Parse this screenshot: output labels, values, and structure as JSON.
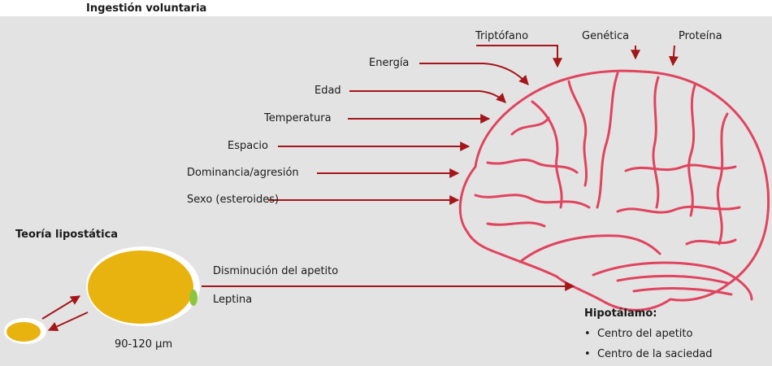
{
  "title": "Ingestión voluntaria",
  "top_factors": [
    "Triptófano",
    "Genética",
    "Proteína"
  ],
  "left_factors": [
    "Energía",
    "Edad",
    "Temperatura",
    "Espacio",
    "Dominancia/agresión",
    "Sexo (esteroides)"
  ],
  "lipostatic": {
    "title": "Teoría lipostática",
    "size": "90-120 µm",
    "signal_1": "Disminución del apetito",
    "signal_2": "Leptina"
  },
  "hypothalamus": {
    "title": "Hipotálamo:",
    "items": [
      "Centro del apetito",
      "Centro de la saciedad"
    ]
  },
  "colors": {
    "arrow": "#a4161a",
    "brain_outline": "#e0445e",
    "fat_cell": "#e8b30f",
    "fat_cell_accent": "#8cc63f",
    "background": "#e3e3e3"
  }
}
